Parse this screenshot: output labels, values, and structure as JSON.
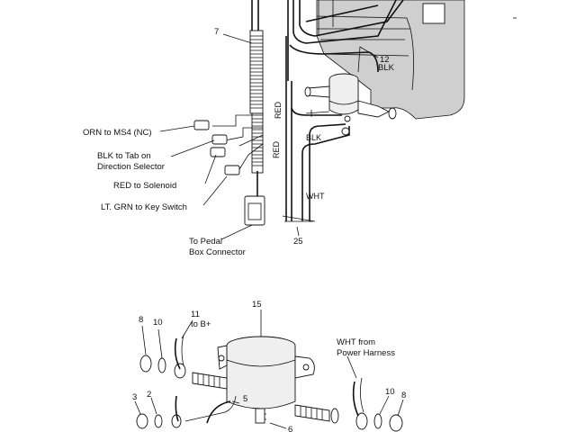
{
  "top_view": {
    "callouts": {
      "conduit": "7",
      "solenoid_wire_num": "12",
      "solenoid_wire_color": "BLK",
      "harness": "25"
    },
    "wire_labels": {
      "red_upper": "RED",
      "red_lower": "RED",
      "blk": "BLK",
      "wht": "WHT"
    },
    "connectors": [
      "ORN to MS4 (NC)",
      "BLK to Tab on",
      "Direction Selector",
      "RED to Solenoid",
      "LT. GRN to Key Switch"
    ],
    "pedal_box": [
      "To Pedal",
      "Box Connector"
    ]
  },
  "bottom_view": {
    "callouts": {
      "solenoid": "15",
      "nut_left": "8",
      "washer_left": "10",
      "wire_11": "11",
      "to_b_plus": "to B+",
      "small_3": "3",
      "small_2": "2",
      "terminal_5": "5",
      "bottom_6": "6",
      "washer_right": "10",
      "nut_right": "8"
    },
    "power_harness": [
      "WHT from",
      "Power Harness"
    ]
  }
}
